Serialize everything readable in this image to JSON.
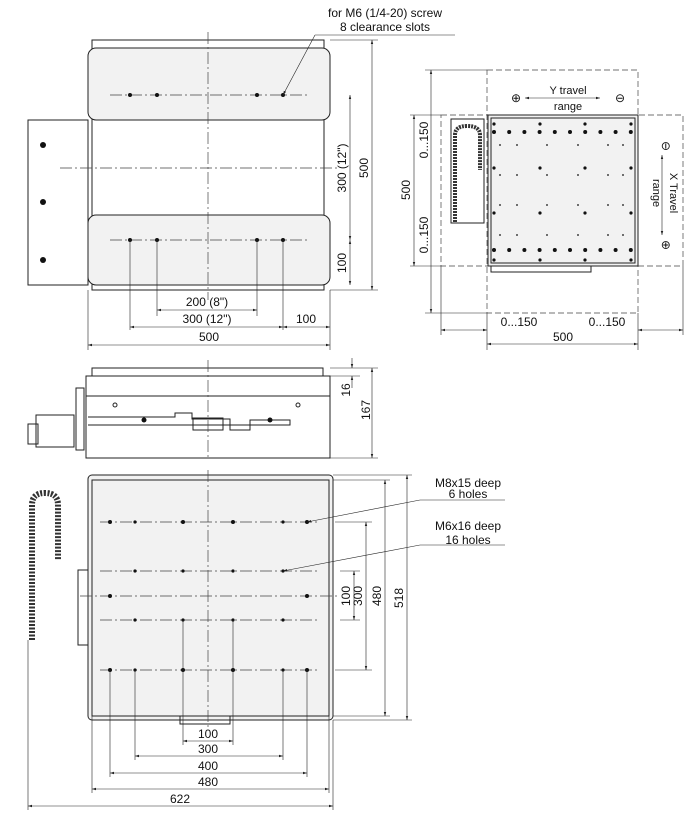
{
  "top_view": {
    "note_line1": "for M6 (1/4-20) screw",
    "note_line2": "8 clearance slots",
    "dim_300_12": "300 (12\")",
    "dim_500_v": "500",
    "dim_100_v": "100",
    "dim_200_8": "200 (8\")",
    "dim_300_12_h": "300 (12\")",
    "dim_100_h": "100",
    "dim_500_h": "500"
  },
  "travel_view": {
    "y_travel": "Y travel",
    "y_range": "range",
    "x_travel": "X Travel",
    "x_range": "range",
    "plus": "⊕",
    "minus": "⊖",
    "dim_0_150_a": "0...150",
    "dim_0_150_b": "0...150",
    "dim_500_v": "500",
    "dim_0_150_c": "0...150",
    "dim_0_150_d": "0...150",
    "dim_500_h": "500"
  },
  "side_view": {
    "dim_16": "16",
    "dim_167": "167"
  },
  "bottom_view": {
    "m8_line1": "M8x15 deep",
    "m8_line2": "6 holes",
    "m6_line1": "M6x16 deep",
    "m6_line2": "16 holes",
    "dim_100_v": "100",
    "dim_300_v": "300",
    "dim_480_v": "480",
    "dim_518_v": "518",
    "dim_100_h": "100",
    "dim_300_h": "300",
    "dim_400_h": "400",
    "dim_480_h": "480",
    "dim_622_h": "622"
  }
}
